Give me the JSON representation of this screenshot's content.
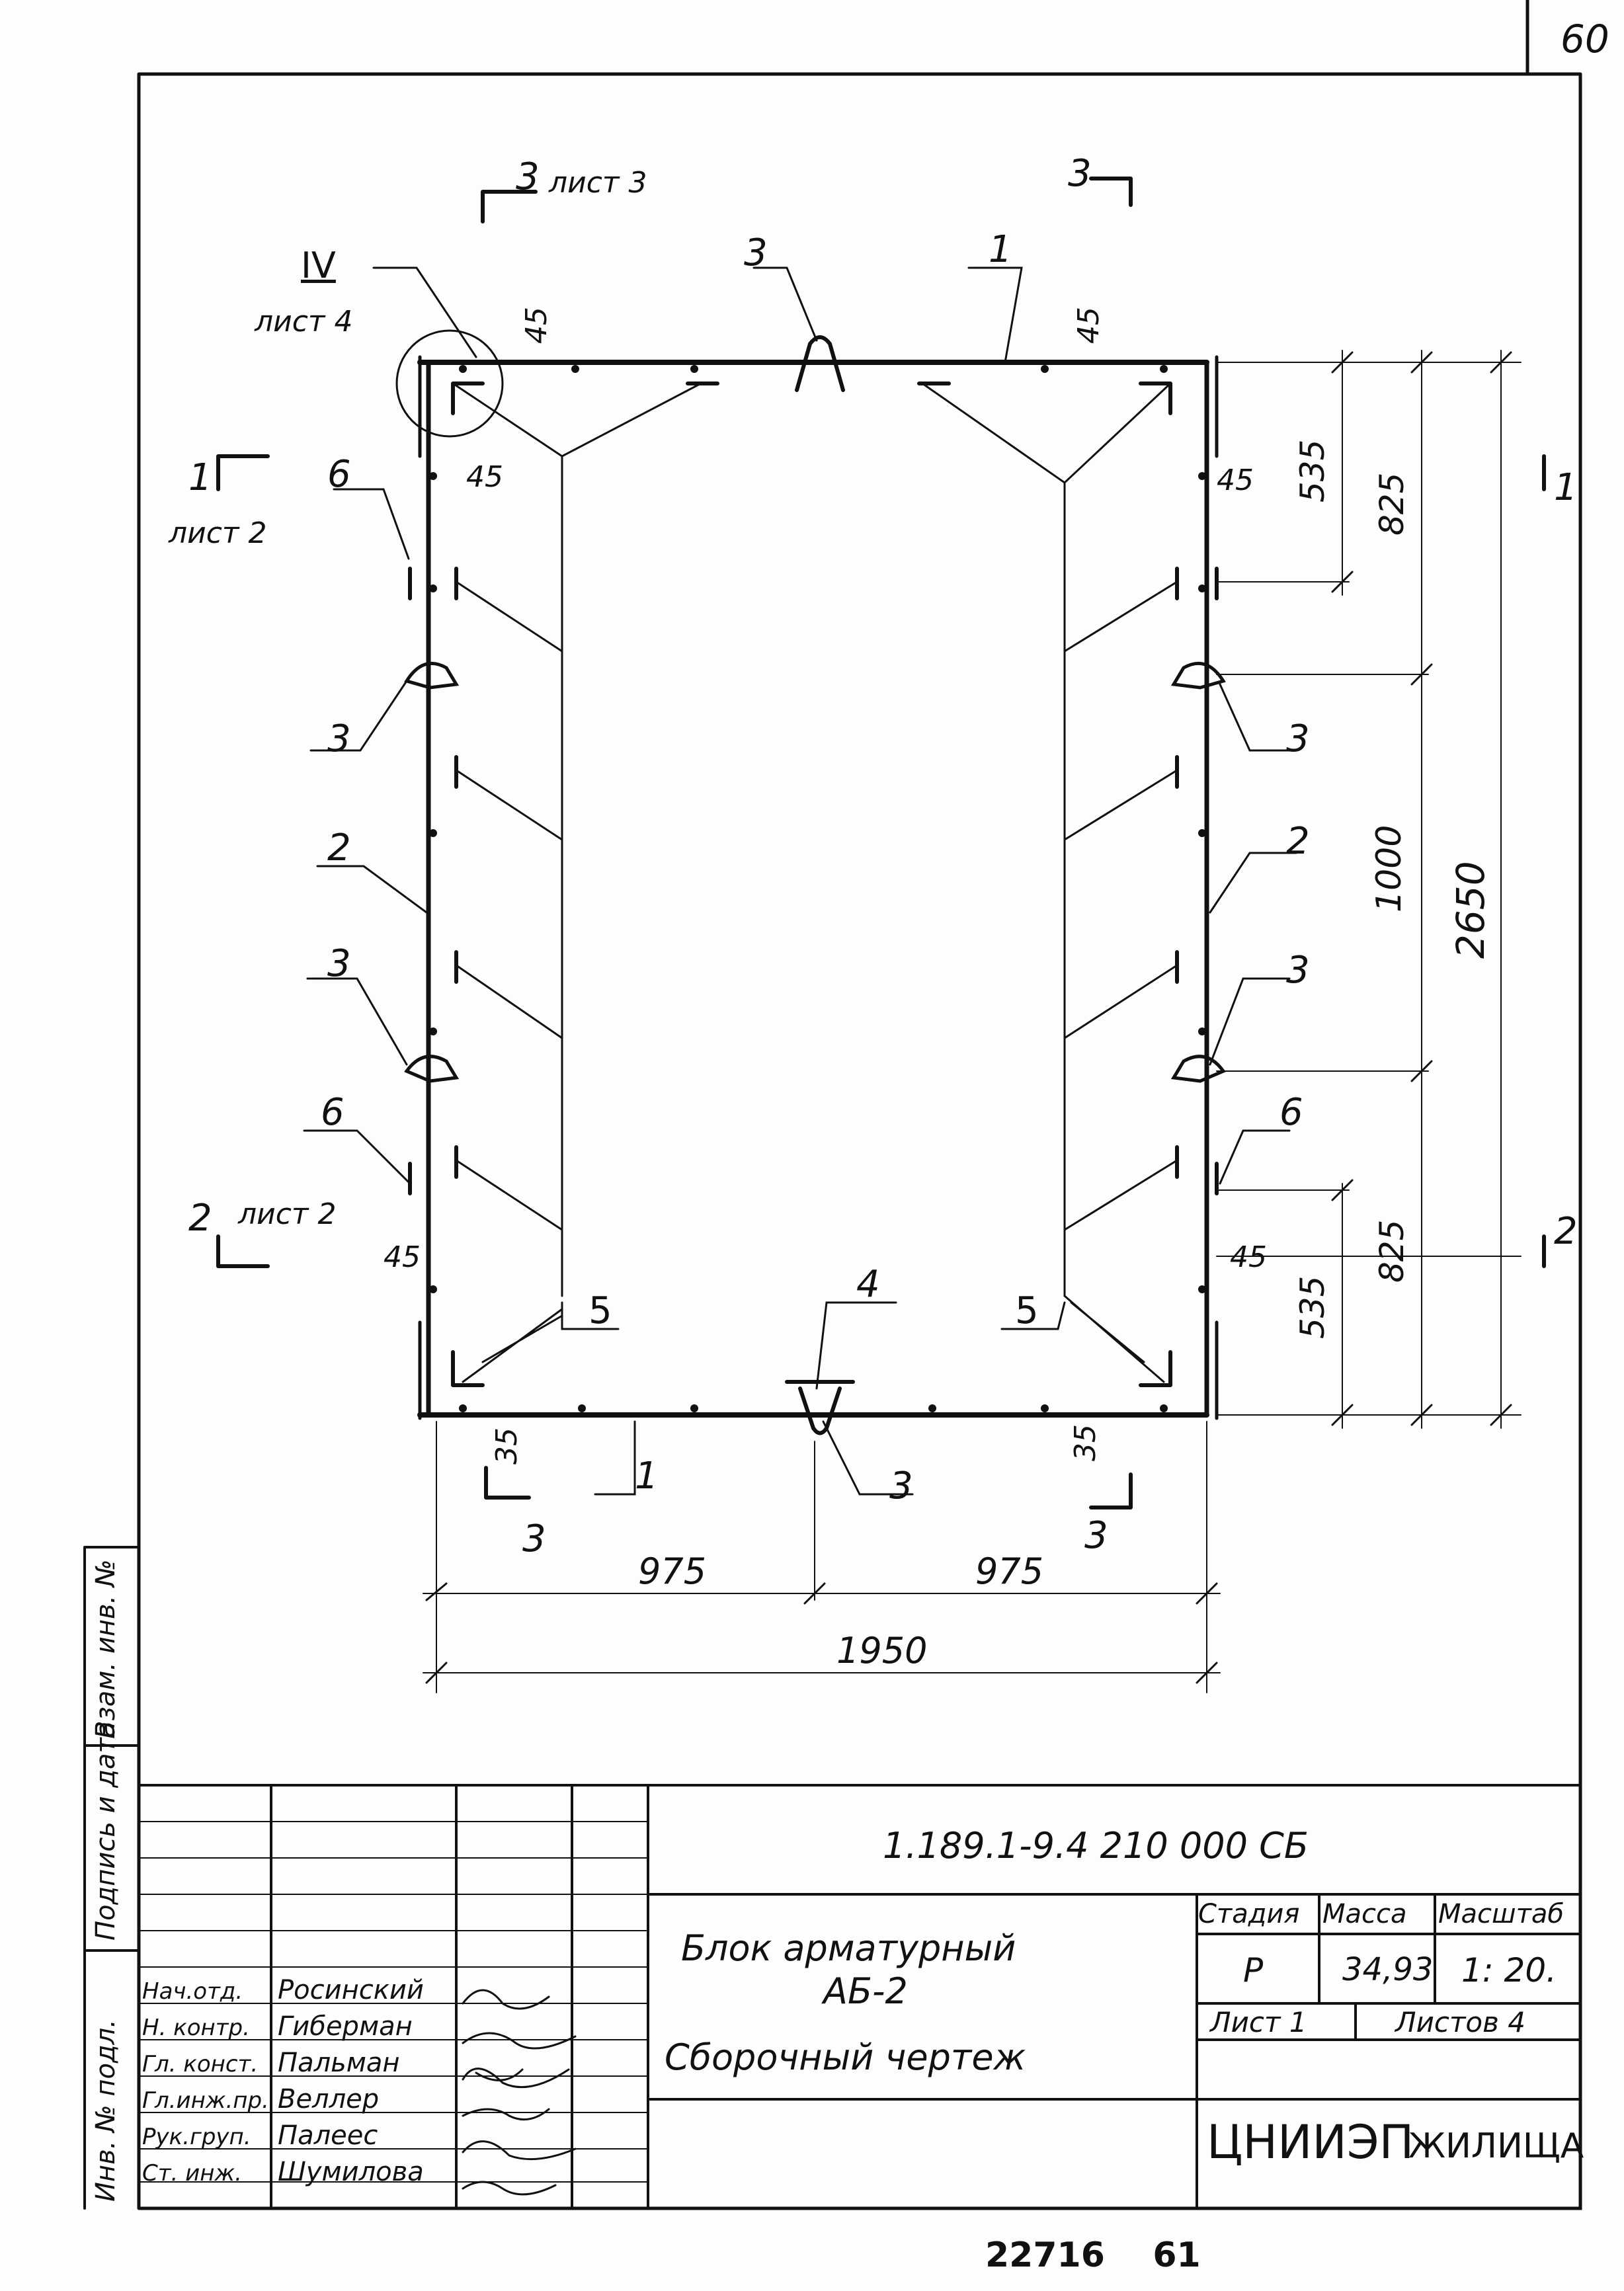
{
  "page_number": "60",
  "footer_numbers": "22716    61",
  "drawing": {
    "section_marks": {
      "top_left": {
        "num": "3",
        "sheet": "лист 3"
      },
      "top_right": {
        "num": "3"
      },
      "left_1": {
        "num": "1",
        "sheet": "лист 2"
      },
      "left_2": {
        "num": "2",
        "sheet": "лист 2"
      },
      "right_1": {
        "num": "1"
      },
      "right_2": {
        "num": "2"
      },
      "bottom_left": {
        "num": "3"
      },
      "bottom_right": {
        "num": "3"
      }
    },
    "detail_callout": {
      "num": "IV",
      "sheet": "лист 4"
    },
    "position_labels": {
      "p1": "1",
      "p2": "2",
      "p3": "3",
      "p4": "4",
      "p5": "5",
      "p6": "6"
    },
    "dimensions": {
      "d45": "45",
      "d35": "35",
      "d535": "535",
      "d825": "825",
      "d1000": "1000",
      "d2650": "2650",
      "d975": "975",
      "d1950": "1950"
    }
  },
  "title_block": {
    "code": "1.189.1-9.4  210 000 СБ",
    "name_line1": "Блок арматурный",
    "name_line2": "АБ-2",
    "name_line3": "Сборочный чертеж",
    "headers": {
      "stage": "Стадия",
      "mass": "Масса",
      "scale": "Масштаб"
    },
    "values": {
      "stage": "Р",
      "mass": "34,93",
      "scale": "1: 20."
    },
    "sheet": "Лист 1",
    "sheets": "Листов 4",
    "organization": {
      "part1": "ЦНИИЭП",
      "part2": "ЖИЛИЩА"
    },
    "signatures": [
      {
        "role": "Нач.отд.",
        "name": "Росинский"
      },
      {
        "role": "Н. контр.",
        "name": "Гиберман"
      },
      {
        "role": "Гл. конст.",
        "name": "Пальман"
      },
      {
        "role": "Гл.инж.пр.",
        "name": "Веллер"
      },
      {
        "role": "Рук.груп.",
        "name": "Палеес"
      },
      {
        "role": "Ст. инж.",
        "name": "Шумилова"
      }
    ]
  },
  "side_stamp": {
    "inv_sub": "Инв. № подл.",
    "sign_date": "Подпись и дата",
    "vzam": "Взам. инв. №"
  }
}
